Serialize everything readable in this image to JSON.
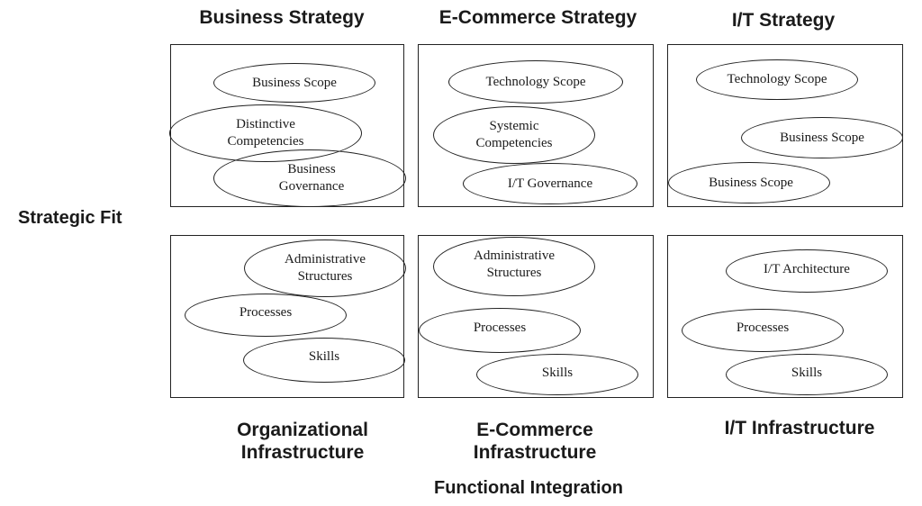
{
  "columns": {
    "business": "Business Strategy",
    "ecommerce": "E-Commerce Strategy",
    "it": "I/T Strategy"
  },
  "side_label": "Strategic Fit",
  "bottom_labels": {
    "org": "Organizational\nInfrastructure",
    "ecom": "E-Commerce\nInfrastructure",
    "it": "I/T Infrastructure"
  },
  "footer": "Functional Integration",
  "boxes": {
    "business_strategy": {
      "business_scope": "Business Scope",
      "distinctive_competencies": "Distinctive\nCompetencies",
      "business_governance": "Business\nGovernance"
    },
    "ecommerce_strategy": {
      "technology_scope": "Technology Scope",
      "systemic_competencies": "Systemic\nCompetencies",
      "it_governance": "I/T Governance"
    },
    "it_strategy": {
      "technology_scope": "Technology Scope",
      "business_scope_1": "Business Scope",
      "business_scope_2": "Business Scope"
    },
    "org_infra": {
      "administrative_structures": "Administrative\nStructures",
      "processes": "Processes",
      "skills": "Skills"
    },
    "ecom_infra": {
      "administrative_structures": "Administrative\nStructures",
      "processes": "Processes",
      "skills": "Skills"
    },
    "it_infra": {
      "it_architecture": "I/T Architecture",
      "processes": "Processes",
      "skills": "Skills"
    }
  }
}
